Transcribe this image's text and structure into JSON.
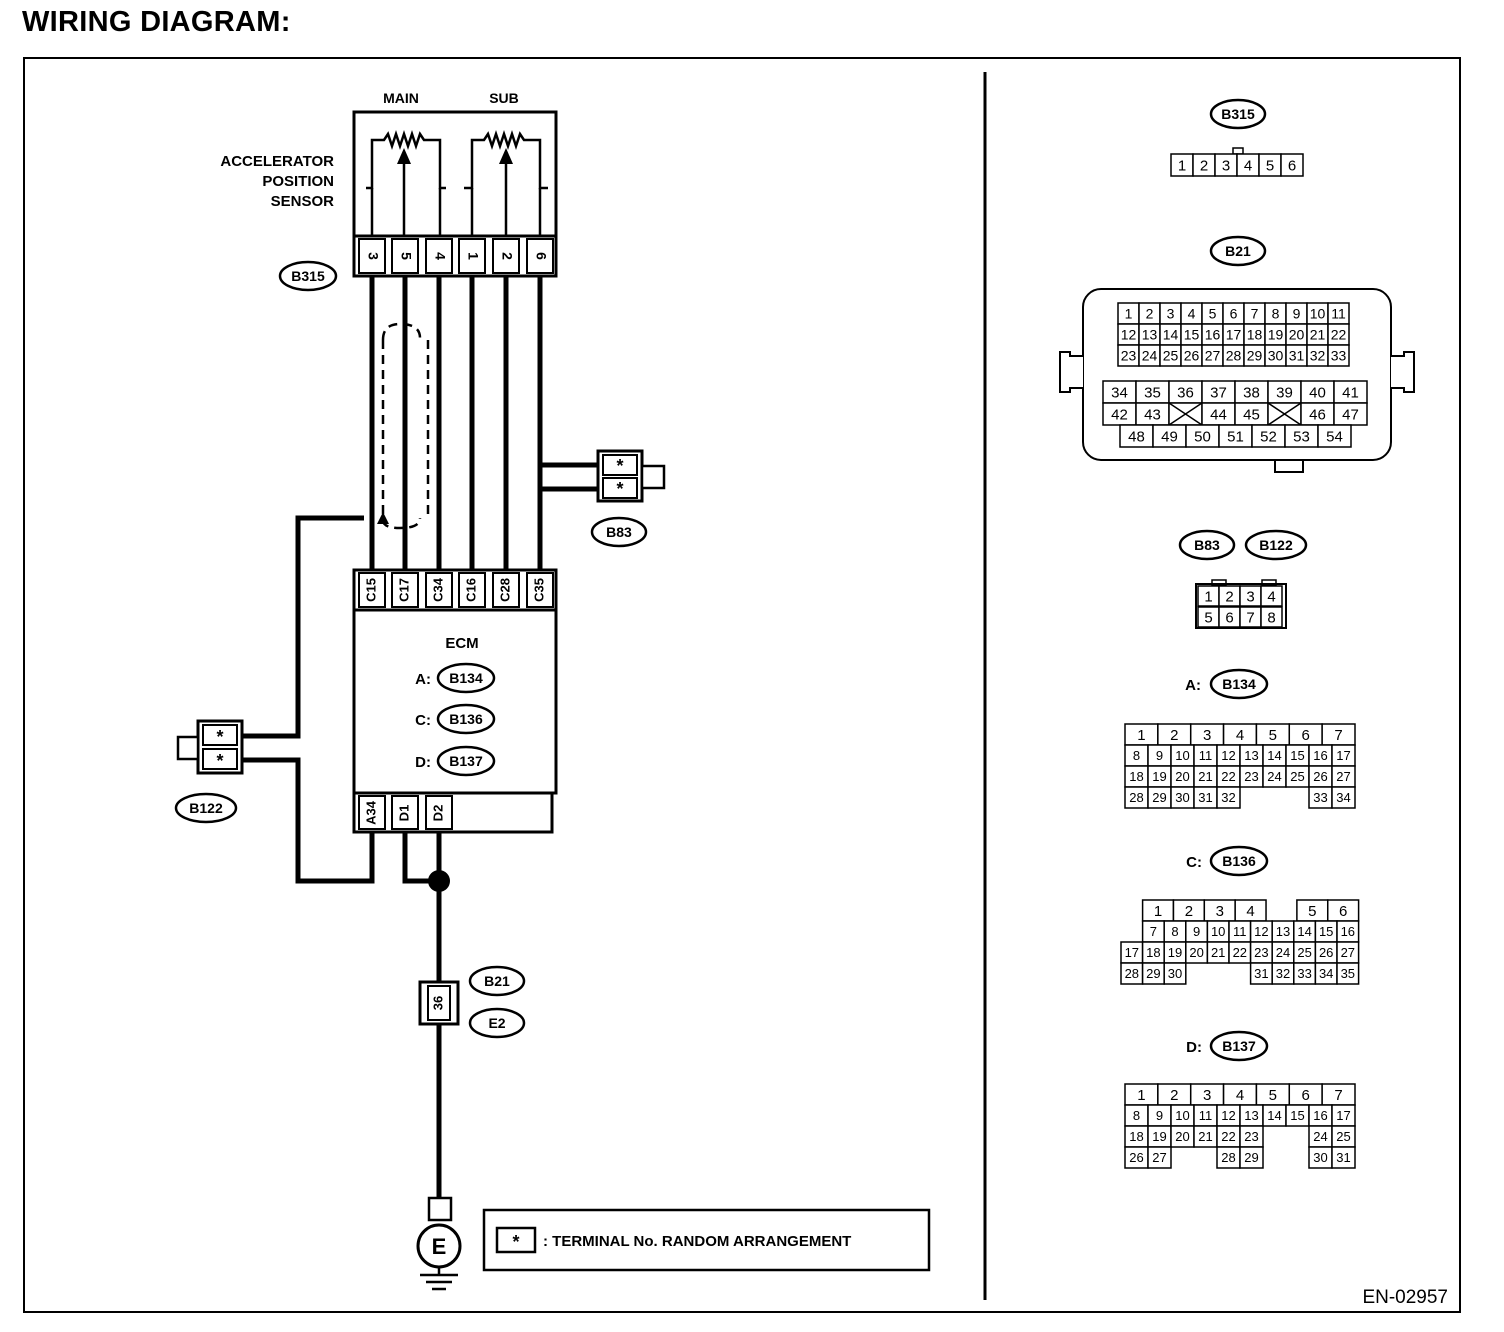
{
  "page_title": "WIRING DIAGRAM:",
  "doc_code": "EN-02957",
  "sensor": {
    "name_lines": [
      "ACCELERATOR",
      "POSITION",
      "SENSOR"
    ],
    "main_label": "MAIN",
    "sub_label": "SUB",
    "connector": "B315",
    "pins": [
      "3",
      "5",
      "4",
      "1",
      "2",
      "6"
    ]
  },
  "ecm": {
    "title": "ECM",
    "top_pins": [
      "C15",
      "C17",
      "C34",
      "C16",
      "C28",
      "C35"
    ],
    "bottom_pins": [
      "A34",
      "D1",
      "D2"
    ],
    "connectors": [
      {
        "prefix": "A:",
        "id": "B134"
      },
      {
        "prefix": "C:",
        "id": "B136"
      },
      {
        "prefix": "D:",
        "id": "B137"
      }
    ]
  },
  "joint_connectors": {
    "b83": {
      "id": "B83",
      "pins": [
        "*",
        "*"
      ]
    },
    "b122": {
      "id": "B122",
      "pins": [
        "*",
        "*"
      ]
    }
  },
  "ground": {
    "pin": "36",
    "connector_ids": [
      "B21",
      "E2"
    ],
    "symbol": "E"
  },
  "legend": {
    "symbol": "*",
    "text": ": TERMINAL No. RANDOM ARRANGEMENT"
  },
  "connector_views": {
    "b315": {
      "id": "B315",
      "cells": [
        "1",
        "2",
        "3",
        "4",
        "5",
        "6"
      ]
    },
    "b21": {
      "id": "B21",
      "upper_rows": [
        [
          "1",
          "2",
          "3",
          "4",
          "5",
          "6",
          "7",
          "8",
          "9",
          "10",
          "11"
        ],
        [
          "12",
          "13",
          "14",
          "15",
          "16",
          "17",
          "18",
          "19",
          "20",
          "21",
          "22"
        ],
        [
          "23",
          "24",
          "25",
          "26",
          "27",
          "28",
          "29",
          "30",
          "31",
          "32",
          "33"
        ]
      ],
      "lower_rows": [
        [
          "34",
          "35",
          "36",
          "37",
          "38",
          "39",
          "40",
          "41"
        ],
        [
          "42",
          "43",
          "",
          "44",
          "45",
          "",
          "46",
          "47"
        ],
        [
          "48",
          "49",
          "50",
          "51",
          "52",
          "53",
          "54"
        ]
      ]
    },
    "b83_b122": {
      "ids": [
        "B83",
        "B122"
      ],
      "rows": [
        [
          "1",
          "2",
          "3",
          "4"
        ],
        [
          "5",
          "6",
          "7",
          "8"
        ]
      ]
    },
    "b134": {
      "prefix": "A:",
      "id": "B134",
      "top_row": [
        "1",
        "2",
        "3",
        "4",
        "5",
        "6",
        "7"
      ],
      "rows": [
        [
          "8",
          "9",
          "10",
          "11",
          "12",
          "13",
          "14",
          "15",
          "16",
          "17"
        ],
        [
          "18",
          "19",
          "20",
          "21",
          "22",
          "23",
          "24",
          "25",
          "26",
          "27"
        ],
        [
          "28",
          "29",
          "30",
          "31",
          "32",
          "",
          "",
          "",
          "33",
          "34"
        ]
      ]
    },
    "b136": {
      "prefix": "C:",
      "id": "B136",
      "top_row": [
        "1",
        "2",
        "3",
        "4",
        "",
        "5",
        "6"
      ],
      "rows": [
        [
          "",
          "7",
          "8",
          "9",
          "10",
          "11",
          "12",
          "13",
          "14",
          "15",
          "16"
        ],
        [
          "17",
          "18",
          "19",
          "20",
          "21",
          "22",
          "23",
          "24",
          "25",
          "26",
          "27"
        ],
        [
          "28",
          "29",
          "30",
          "",
          "",
          "",
          "31",
          "32",
          "33",
          "34",
          "35"
        ]
      ]
    },
    "b137": {
      "prefix": "D:",
      "id": "B137",
      "top_row": [
        "1",
        "2",
        "3",
        "4",
        "5",
        "6",
        "7"
      ],
      "rows": [
        [
          "8",
          "9",
          "10",
          "11",
          "12",
          "13",
          "14",
          "15",
          "16",
          "17"
        ],
        [
          "18",
          "19",
          "20",
          "21",
          "22",
          "23",
          "",
          "",
          "24",
          "25"
        ],
        [
          "26",
          "27",
          "",
          "",
          "28",
          "29",
          "",
          "",
          "30",
          "31"
        ]
      ]
    }
  }
}
